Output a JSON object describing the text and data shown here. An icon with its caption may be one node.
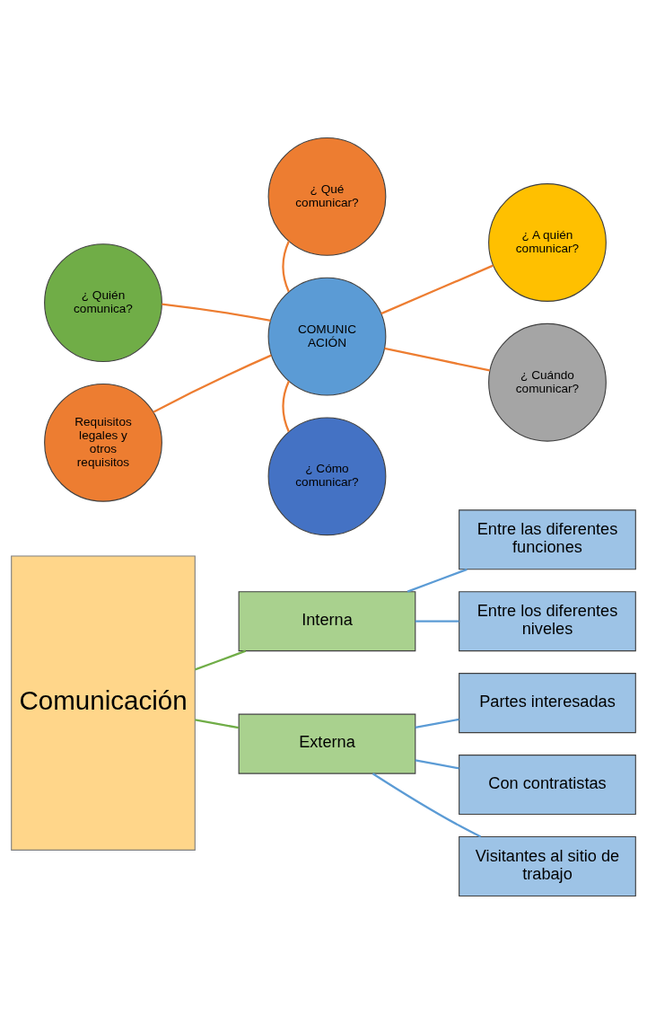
{
  "diagram": {
    "nodes": [
      {
        "text": [
          "COMUNIC ACIÓN"
        ]
      },
      {
        "text": [
          "¿ Qué comunicar?"
        ]
      },
      {
        "text": [
          "¿ Cuándo comunicar?"
        ]
      },
      {
        "text": [
          "¿ A quién comunicar?"
        ]
      },
      {
        "text": [
          "¿ Cómo comunicar?"
        ]
      },
      {
        "text": [
          "¿ Quién comunica?"
        ]
      },
      {
        "text": [
          "Requisitos legales y otros requisitos"
        ]
      },
      {
        "text": [
          "Comunicación"
        ]
      },
      {
        "text": [
          "Interna"
        ]
      },
      {
        "text": [
          "Externa"
        ]
      },
      {
        "text": [
          "Entre los diferentes niveles"
        ]
      },
      {
        "text": [
          "Entre las diferentes funciones"
        ]
      },
      {
        "text": [
          "Con contratistas"
        ]
      },
      {
        "text": [
          "Visitantes al sitio de trabajo"
        ]
      },
      {
        "text": [
          "Partes interesadas"
        ]
      }
    ],
    "edges": [
      {
        "from": 0,
        "to": 1,
        "arrow": "none",
        "color": "#ed7d31"
      },
      {
        "from": 0,
        "to": 2,
        "arrow": "none",
        "color": "#ed7d31"
      },
      {
        "from": 0,
        "to": 3,
        "arrow": "none",
        "color": "#ed7d31"
      },
      {
        "from": 0,
        "to": 4,
        "arrow": "none",
        "color": "#ed7d31"
      },
      {
        "from": 0,
        "to": 5,
        "arrow": "none",
        "color": "#ed7d31"
      },
      {
        "from": 0,
        "to": 6,
        "arrow": "none",
        "color": "#ed7d31"
      },
      {
        "from": 7,
        "to": 8,
        "arrow": "none",
        "color": "#70ad47"
      },
      {
        "from": 7,
        "to": 9,
        "arrow": "none",
        "color": "#70ad47"
      },
      {
        "from": 8,
        "to": 10,
        "arrow": "none",
        "color": "#5b9bd5"
      },
      {
        "from": 8,
        "to": 11,
        "arrow": "none",
        "color": "#5b9bd5"
      },
      {
        "from": 9,
        "to": 12,
        "arrow": "none",
        "color": "#5b9bd5"
      },
      {
        "from": 9,
        "to": 13,
        "arrow": "none",
        "color": "#5b9bd5"
      },
      {
        "from": 9,
        "to": 14,
        "arrow": "none",
        "color": "#5b9bd5"
      }
    ]
  }
}
